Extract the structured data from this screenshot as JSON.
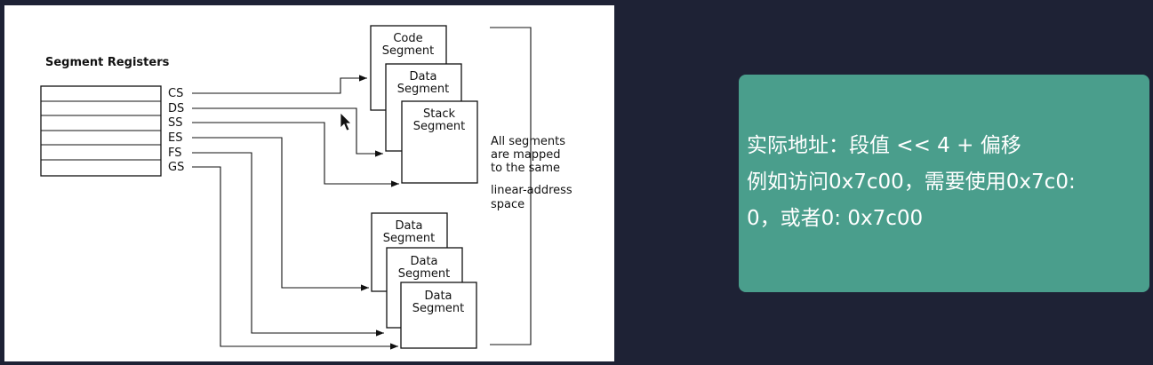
{
  "diagram": {
    "title": "Segment Registers",
    "registers": [
      "CS",
      "DS",
      "SS",
      "ES",
      "FS",
      "GS"
    ],
    "segments": {
      "code": [
        "Code",
        "Segment"
      ],
      "data_top": [
        "Data",
        "Segment"
      ],
      "stack": [
        "Stack",
        "Segment"
      ],
      "data_a": [
        "Data",
        "Segment"
      ],
      "data_b": [
        "Data",
        "Segment"
      ],
      "data_c": [
        "Data",
        "Segment"
      ]
    },
    "note": [
      "All segments",
      "are mapped",
      "to the same",
      "linear-address",
      "space"
    ]
  },
  "card": {
    "lines": [
      "实际地址：段值 << 4 + 偏移",
      "例如访问0x7c00，需要使用0x7c0:",
      "0，或者0: 0x7c00"
    ]
  },
  "colors": {
    "background": "#1e2235",
    "card": "#4a9e8c",
    "panel": "#ffffff"
  }
}
